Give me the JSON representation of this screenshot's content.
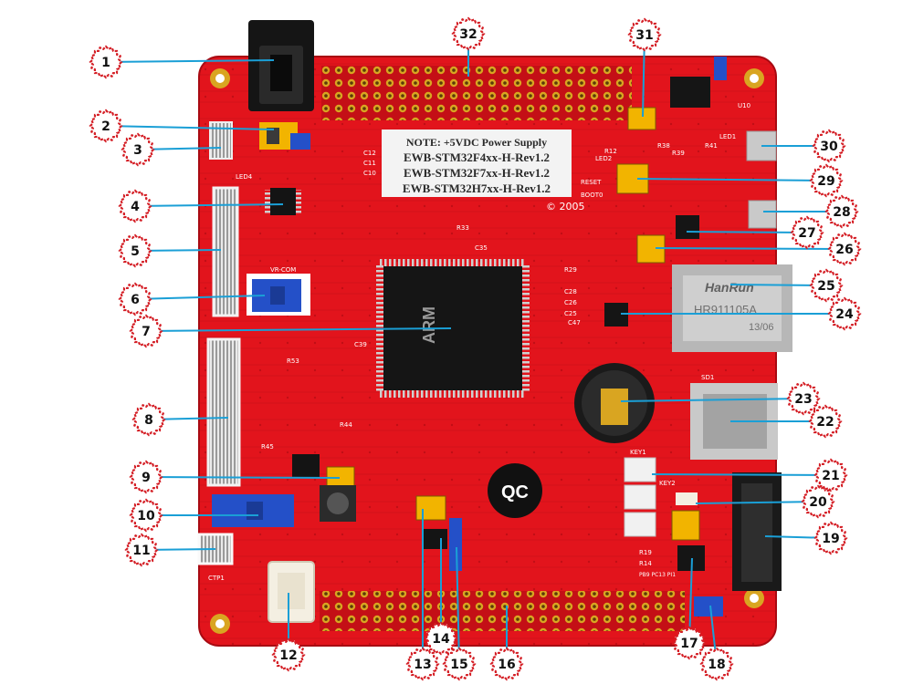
{
  "board": {
    "note_lines": [
      "NOTE: +5VDC Power Supply",
      "EWB-STM32F4xx-H-Rev1.2",
      "EWB-STM32F7xx-H-Rev1.2",
      "EWB-STM32H7xx-H-Rev1.2"
    ],
    "copyright": "© 2005",
    "mcu_logo": "ARM",
    "qc_label": "QC",
    "ethernet_brand": "HanRun",
    "ethernet_part": "HR911105A",
    "ethernet_code": "13/06",
    "silkscreen": {
      "led1": "LED1",
      "led2": "LED2",
      "led4": "LED4",
      "reset": "RESET",
      "boot0": "BOOT0",
      "key1": "KEY1",
      "key2": "KEY2",
      "vr_com": "VR-COM",
      "ctp1": "CTP1",
      "sd1": "SD1",
      "r33": "R33",
      "c35": "C35",
      "r29": "R29",
      "c28": "C28",
      "c26": "C26",
      "c25": "C25",
      "c47": "C47",
      "c39": "C39",
      "r53": "R53",
      "r12": "R12",
      "r38": "R38",
      "r39": "R39",
      "r45": "R45",
      "r41": "R41",
      "r44": "R44",
      "c12": "C12",
      "c11": "C11",
      "c10": "C10",
      "u10": "U10",
      "r19": "R19",
      "r14": "R14",
      "pb9": "PB9 PC13 PI1"
    }
  },
  "callouts": [
    {
      "id": 1,
      "label": "1"
    },
    {
      "id": 2,
      "label": "2"
    },
    {
      "id": 3,
      "label": "3"
    },
    {
      "id": 4,
      "label": "4"
    },
    {
      "id": 5,
      "label": "5"
    },
    {
      "id": 6,
      "label": "6"
    },
    {
      "id": 7,
      "label": "7"
    },
    {
      "id": 8,
      "label": "8"
    },
    {
      "id": 9,
      "label": "9"
    },
    {
      "id": 10,
      "label": "10"
    },
    {
      "id": 11,
      "label": "11"
    },
    {
      "id": 12,
      "label": "12"
    },
    {
      "id": 13,
      "label": "13"
    },
    {
      "id": 14,
      "label": "14"
    },
    {
      "id": 15,
      "label": "15"
    },
    {
      "id": 16,
      "label": "16"
    },
    {
      "id": 17,
      "label": "17"
    },
    {
      "id": 18,
      "label": "18"
    },
    {
      "id": 19,
      "label": "19"
    },
    {
      "id": 20,
      "label": "20"
    },
    {
      "id": 21,
      "label": "21"
    },
    {
      "id": 22,
      "label": "22"
    },
    {
      "id": 23,
      "label": "23"
    },
    {
      "id": 24,
      "label": "24"
    },
    {
      "id": 25,
      "label": "25"
    },
    {
      "id": 26,
      "label": "26"
    },
    {
      "id": 27,
      "label": "27"
    },
    {
      "id": 28,
      "label": "28"
    },
    {
      "id": 29,
      "label": "29"
    },
    {
      "id": 30,
      "label": "30"
    },
    {
      "id": 31,
      "label": "31"
    },
    {
      "id": 32,
      "label": "32"
    }
  ],
  "colors": {
    "pcb": "#e2141c",
    "pcb_dark": "#b80d14",
    "callout_border": "#d41f26",
    "leader": "#1a9fd6",
    "gold": "#d9a521",
    "jumper": "#f2b400",
    "pot_blue": "#2450c8"
  }
}
